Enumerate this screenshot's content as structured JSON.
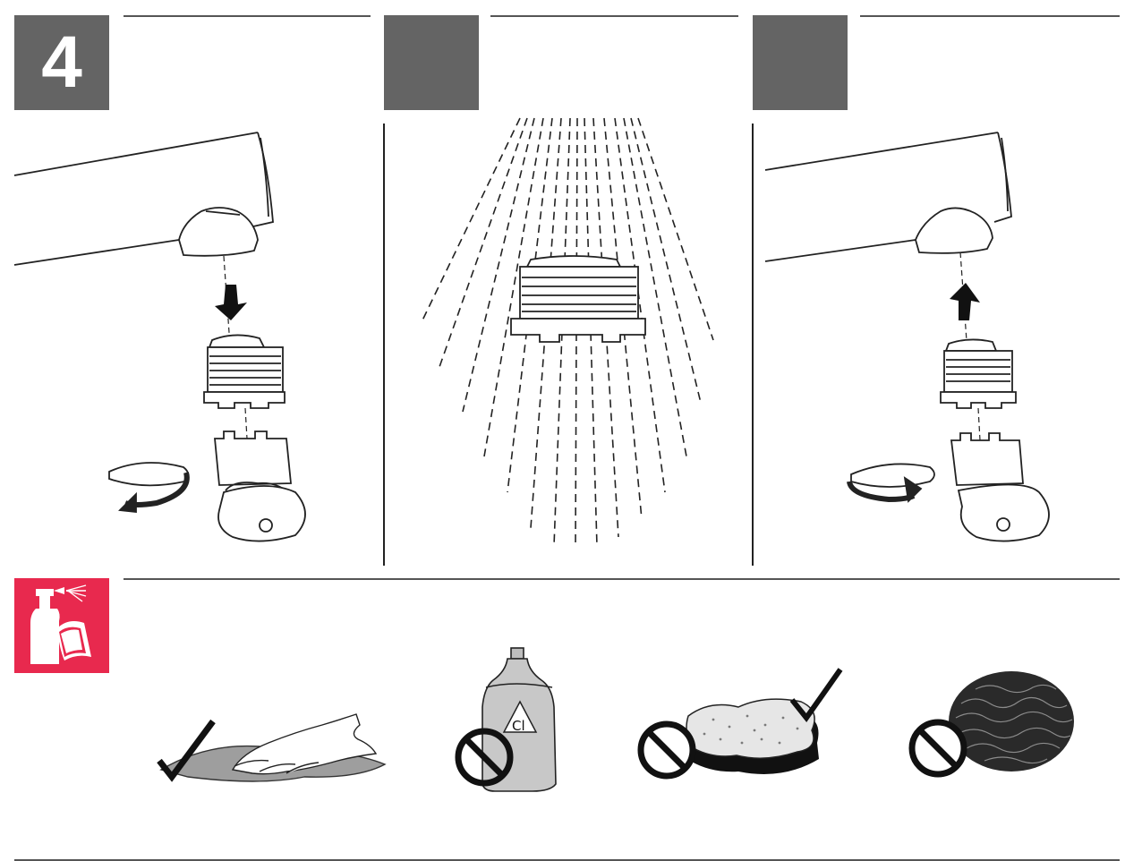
{
  "steps": [
    {
      "number": "4"
    },
    {
      "number": ""
    },
    {
      "number": ""
    }
  ],
  "illustrations": {
    "panel_1": {
      "name": "remove-aerator",
      "rotation_arrow": "counter-clockwise",
      "motion_arrow": "down"
    },
    "panel_2": {
      "name": "rinse-aerator-under-water"
    },
    "panel_3": {
      "name": "refit-aerator",
      "rotation_arrow": "clockwise",
      "motion_arrow": "up"
    }
  },
  "care": {
    "icon": "spray-bottle-cloth-icon",
    "items": [
      {
        "name": "soft-cloth",
        "allowed": true
      },
      {
        "name": "chlorine-cleaner",
        "allowed": false,
        "label": "Cl"
      },
      {
        "name": "soft-sponge",
        "allowed": true
      },
      {
        "name": "steel-wool",
        "allowed": false
      }
    ]
  },
  "colors": {
    "step_box": "#646464",
    "care_box": "#e8294e",
    "line": "#222222"
  }
}
